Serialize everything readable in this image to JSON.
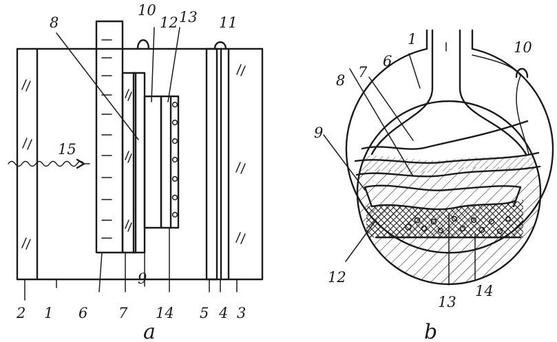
{
  "figure_a": {
    "caption": "a",
    "labels": {
      "l1": "1",
      "l2": "2",
      "l3": "3",
      "l4": "4",
      "l5": "5",
      "l6": "6",
      "l7": "7",
      "l8": "8",
      "l9": "9",
      "l10": "10",
      "l11": "11",
      "l12": "12",
      "l13": "13",
      "l14": "14",
      "l15": "15"
    }
  },
  "figure_b": {
    "caption": "b",
    "labels": {
      "l1": "1",
      "l6": "6",
      "l7": "7",
      "l8": "8",
      "l9": "9",
      "l10": "10",
      "l12": "12",
      "l13": "13",
      "l14": "14"
    }
  },
  "colors": {
    "ink": "#1a1a1a",
    "paper": "#ffffff"
  }
}
